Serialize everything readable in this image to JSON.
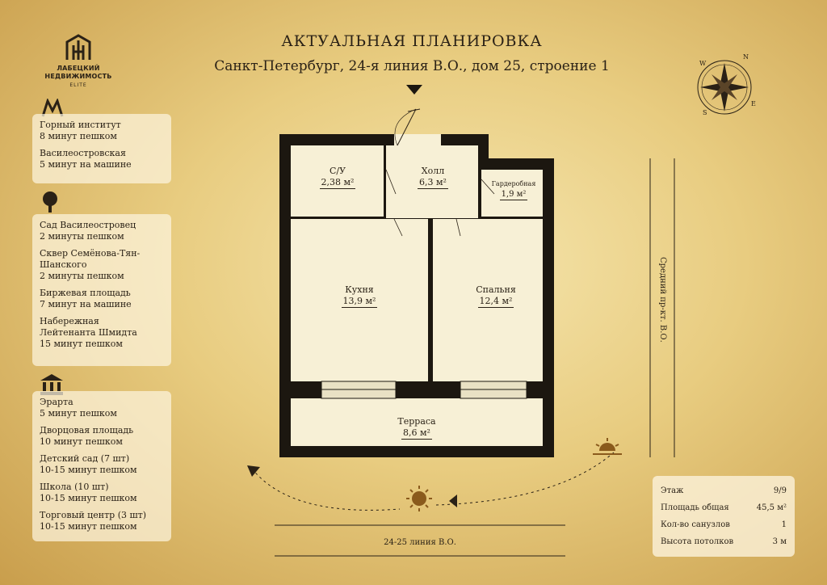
{
  "logo": {
    "line1": "ЛАБЕЦКИЙ",
    "line2": "НЕДВИЖИМОСТЬ",
    "line3": "ELITE"
  },
  "header": {
    "title": "АКТУАЛЬНАЯ ПЛАНИРОВКА",
    "address": "Санкт-Петербург, 24-я линия В.О., дом 25, строение 1"
  },
  "metro": [
    {
      "name": "Горный институт",
      "time": "8 минут пешком"
    },
    {
      "name": "Василеостровская",
      "time": "5 минут на машине"
    }
  ],
  "parks": [
    {
      "name": "Сад Василеостровец",
      "time": "2 минуты пешком"
    },
    {
      "name": "Сквер Семёнова-Тян-",
      "name2": "Шанского",
      "time": "2 минуты пешком"
    },
    {
      "name": "Биржевая площадь",
      "time": "7 минут на машине"
    },
    {
      "name": "Набережная",
      "name2": "Лейтенанта Шмидта",
      "time": "15 минут пешком"
    }
  ],
  "culture": [
    {
      "name": "Эрарта",
      "time": "5 минут пешком"
    },
    {
      "name": "Дворцовая площадь",
      "time": "10 минут пешком"
    },
    {
      "name": "Детский сад (7 шт)",
      "time": "10-15 минут пешком"
    },
    {
      "name": "Школа (10 шт)",
      "time": "10-15 минут пешком"
    },
    {
      "name": "Торговый центр (3 шт)",
      "time": "10-15 минут пешком"
    }
  ],
  "rooms": {
    "bathroom": {
      "name": "С/У",
      "area": "2,38 м²"
    },
    "hall": {
      "name": "Холл",
      "area": "6,3 м²"
    },
    "wardrobe": {
      "name": "Гардеробная",
      "area": "1,9 м²"
    },
    "kitchen": {
      "name": "Кухня",
      "area": "13,9 м²"
    },
    "bedroom": {
      "name": "Спальня",
      "area": "12,4 м²"
    },
    "terrace": {
      "name": "Терраса",
      "area": "8,6 м²"
    }
  },
  "roads": {
    "bottom": "24-25 линия В.О.",
    "right": "Средний пр-кт. В.О."
  },
  "compass": {
    "north": "N",
    "east": "E",
    "south": "S",
    "west": "W"
  },
  "specs": [
    {
      "label": "Этаж",
      "value": "9/9"
    },
    {
      "label": "Площадь общая",
      "value": "45,5 м²"
    },
    {
      "label": "Кол-во санузлов",
      "value": "1"
    },
    {
      "label": "Высота потолков",
      "value": "3 м"
    }
  ],
  "colors": {
    "wall": "#1c1710",
    "floor": "#f7f0d6",
    "accent": "#2a2116"
  }
}
